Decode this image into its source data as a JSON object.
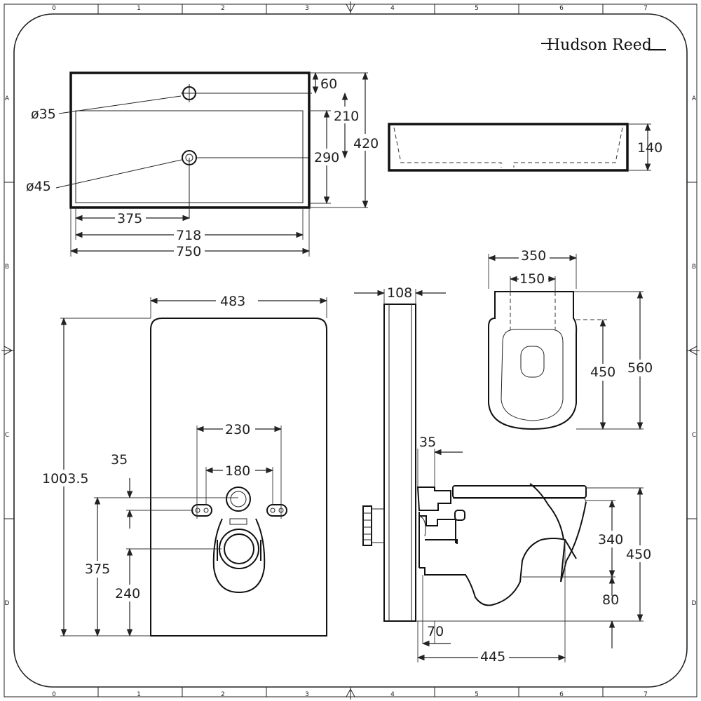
{
  "brand": "Hudson Reed",
  "border": {
    "top_ticks": [
      "0",
      "1",
      "2",
      "3",
      "4",
      "5",
      "6",
      "7"
    ],
    "bottom_ticks": [
      "0",
      "1",
      "2",
      "3",
      "4",
      "5",
      "6",
      "7"
    ],
    "side_ticks": [
      "A",
      "B",
      "C",
      "D"
    ]
  },
  "basin_plan": {
    "d60": "60",
    "d210": "210",
    "d420": "420",
    "d290": "290",
    "d375": "375",
    "d718": "718",
    "d750": "750",
    "hole1": "ø35",
    "hole2": "ø45"
  },
  "basin_section": {
    "d140": "140"
  },
  "frame_front": {
    "d483": "483",
    "d1003": "1003.5",
    "d230": "230",
    "d180": "180",
    "d35": "35",
    "d375": "375",
    "d240": "240"
  },
  "frame_side": {
    "d108": "108"
  },
  "toilet_plan": {
    "d350": "350",
    "d150": "150",
    "d450": "450",
    "d560": "560"
  },
  "toilet_side": {
    "d35": "35",
    "d340": "340",
    "d450": "450",
    "d80": "80",
    "d70": "70",
    "d445": "445"
  }
}
